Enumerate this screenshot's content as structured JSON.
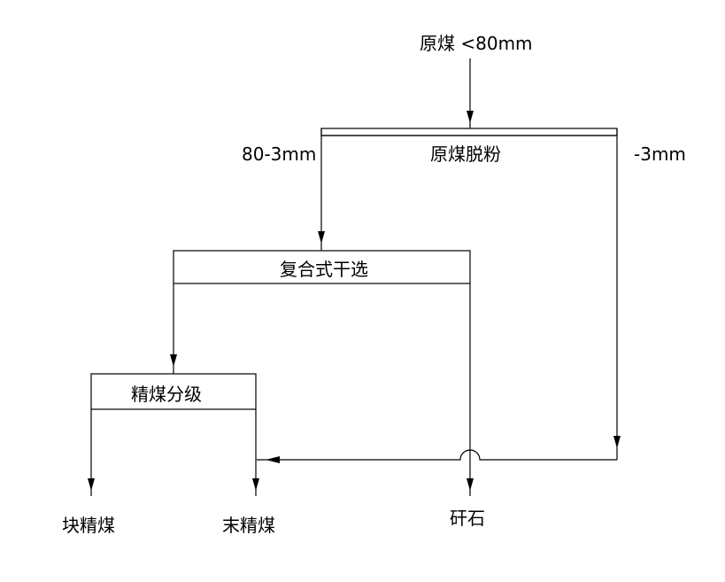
{
  "diagram": {
    "input": "原煤 <80mm",
    "stage1": {
      "label": "原煤脱粉",
      "left_output": "80-3mm",
      "right_output": "-3mm"
    },
    "stage2": {
      "label": "复合式干选"
    },
    "stage3": {
      "label": "精煤分级"
    },
    "products": {
      "lump": "块精煤",
      "fines": "末精煤",
      "gangue": "矸石"
    }
  }
}
